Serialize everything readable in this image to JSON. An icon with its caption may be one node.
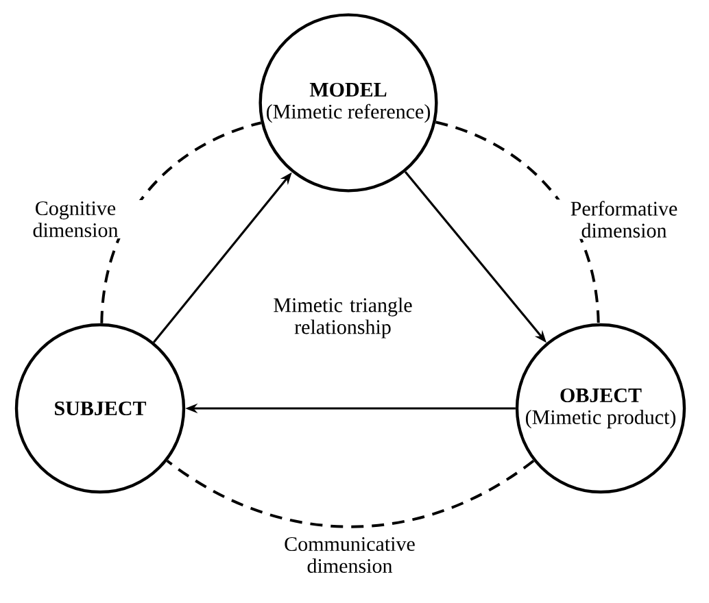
{
  "diagram": {
    "nodes": [
      {
        "text": [
          "MODEL",
          "(Mimetic reference)"
        ]
      },
      {
        "text": [
          "SUBJECT"
        ]
      },
      {
        "text": [
          "OBJECT",
          "(Mimetic product)"
        ]
      }
    ],
    "edges": [
      {
        "from": 1,
        "to": 0,
        "arrow": "to"
      },
      {
        "from": 0,
        "to": 2,
        "arrow": "to"
      },
      {
        "from": 2,
        "to": 1,
        "arrow": "to"
      },
      {
        "from": 1,
        "to": 0,
        "arrow": "none",
        "style": "dashed",
        "label": "Cognitive dimension"
      },
      {
        "from": 0,
        "to": 2,
        "arrow": "none",
        "style": "dashed",
        "label": "Performative dimension"
      },
      {
        "from": 2,
        "to": 1,
        "arrow": "none",
        "style": "dashed",
        "label": "Communicative dimension"
      }
    ],
    "labels": [
      "Mimetic triangle relationship"
    ]
  }
}
